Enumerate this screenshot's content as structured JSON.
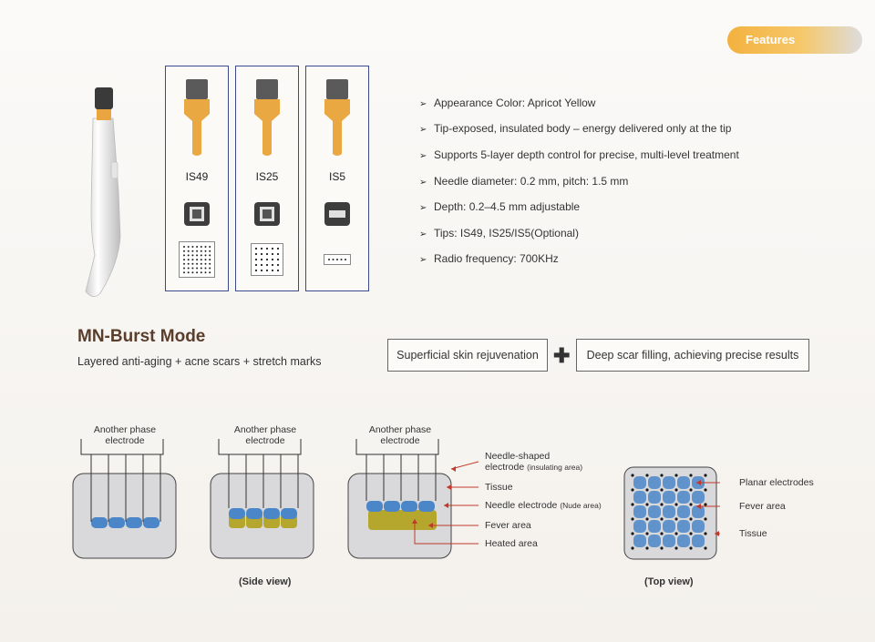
{
  "header": {
    "badge": "Features"
  },
  "tips": [
    {
      "name": "IS49"
    },
    {
      "name": "IS25"
    },
    {
      "name": "IS5"
    }
  ],
  "features": [
    "Appearance Color: Apricot Yellow",
    "Tip-exposed, insulated body – energy delivered only at the tip",
    "Supports 5-layer depth control for precise, multi-level treatment",
    "Needle diameter: 0.2 mm, pitch: 1.5 mm",
    "Depth: 0.2–4.5 mm adjustable",
    "Tips: IS49, IS25/IS5(Optional)",
    "Radio frequency: 700KHz"
  ],
  "mode": {
    "title": "MN-Burst Mode",
    "subtitle": "Layered anti-aging + acne scars + stretch marks",
    "box1": "Superficial skin rejuvenation",
    "plus": "✚",
    "box2": "Deep scar filling, achieving precise results"
  },
  "diagram": {
    "electrode_label_line1": "Another phase",
    "electrode_label_line2": "electrode",
    "needle_shaped": "Needle-shaped",
    "electrode_insulating": "electrode",
    "insulating_note": "(insulating area)",
    "tissue": "Tissue",
    "needle_electrode": "Needle electrode",
    "nude_note": "(Nude area)",
    "fever_area": "Fever area",
    "heated_area": "Heated area",
    "planar_electrodes": "Planar electrodes",
    "top_fever_area": "Fever area",
    "top_tissue": "Tissue",
    "side_view": "(Side view)",
    "top_view": "(Top view)"
  },
  "colors": {
    "accent": "#f3b13f",
    "tip_border": "#3a4a8c",
    "title": "#5a3e2b",
    "needle_blue": "#4a86c8",
    "heat": "#b5a72e"
  }
}
